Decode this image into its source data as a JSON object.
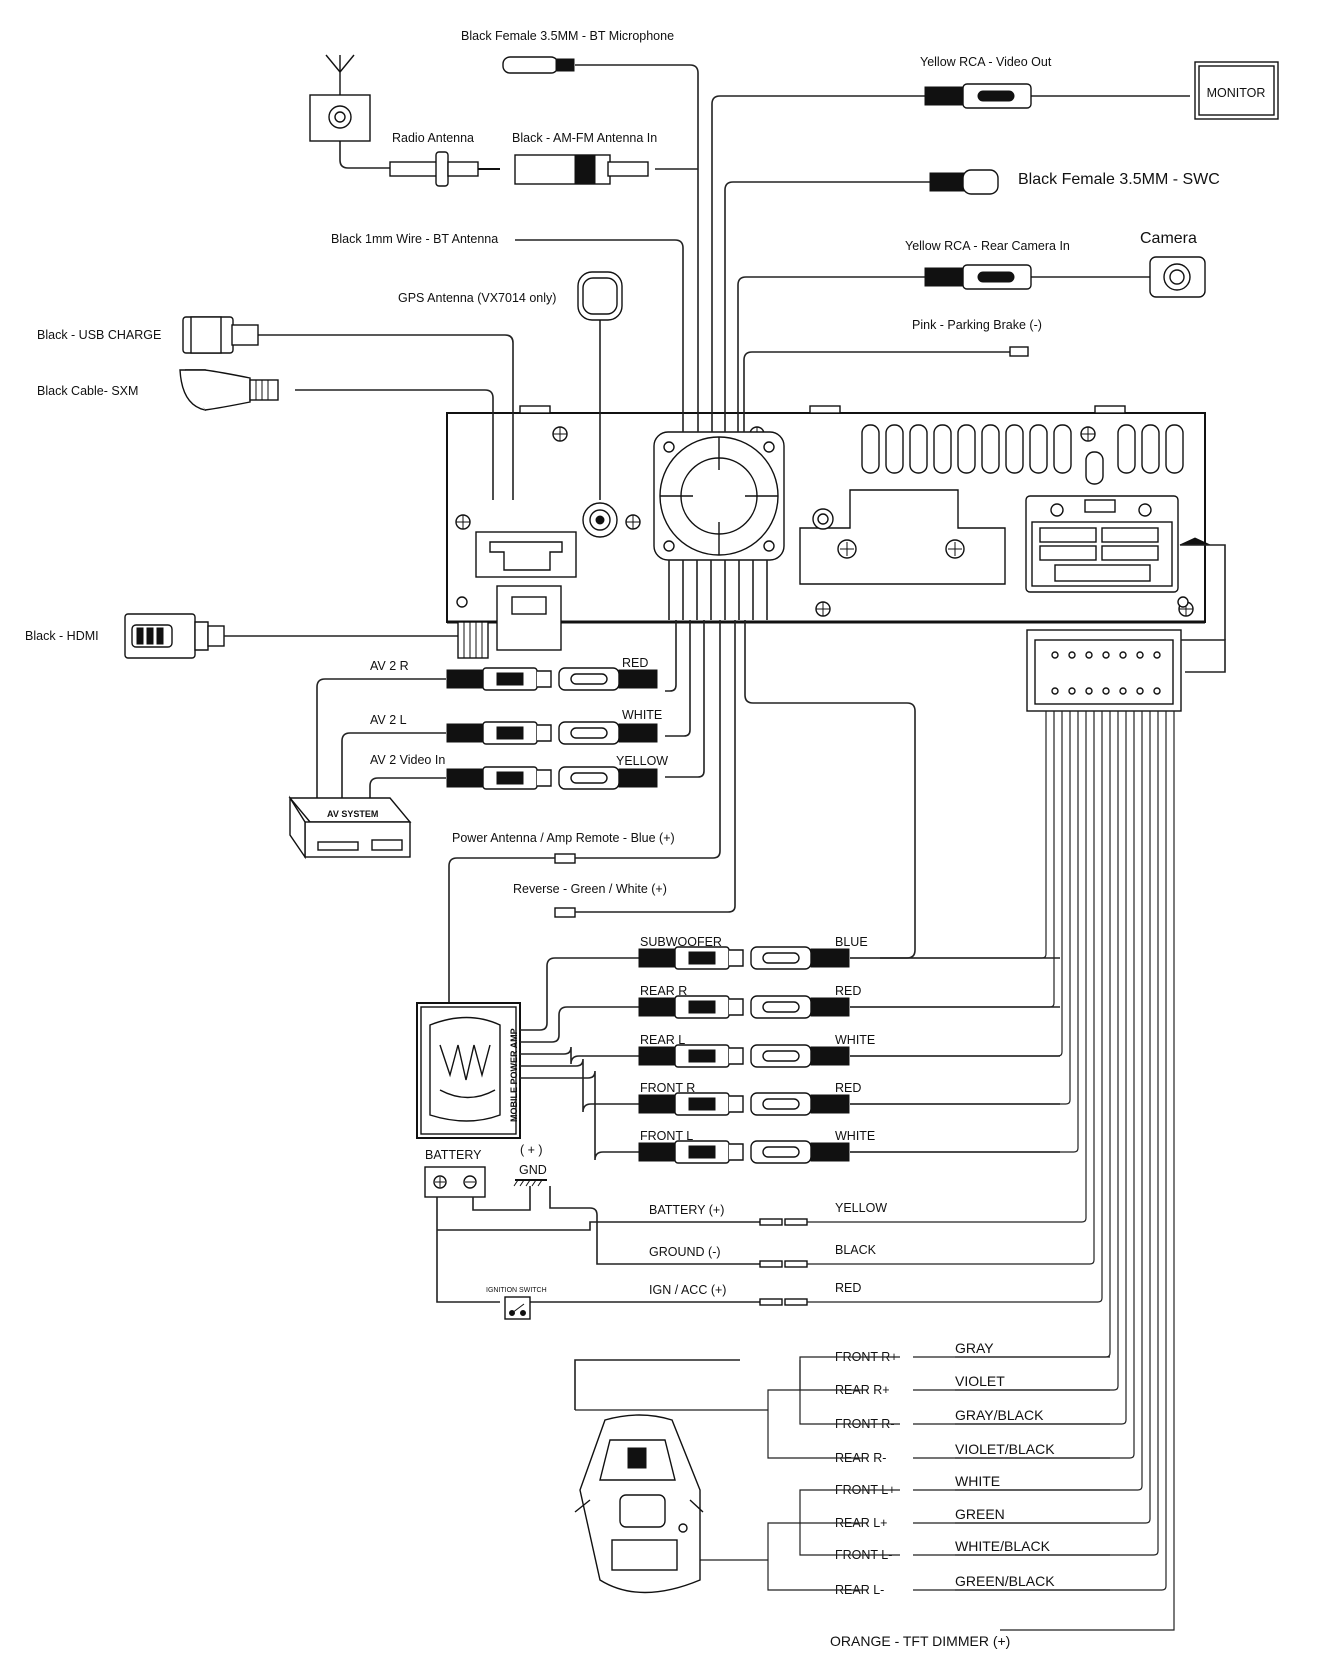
{
  "top": {
    "bt_mic": "Black Female 3.5MM - BT Microphone",
    "video_out": "Yellow RCA - Video Out",
    "monitor": "MONITOR",
    "radio_antenna": "Radio Antenna",
    "am_fm_in": "Black - AM-FM Antenna In",
    "swc": "Black Female 3.5MM - SWC",
    "bt_antenna": "Black 1mm Wire - BT Antenna",
    "camera": "Camera",
    "rear_camera": "Yellow RCA - Rear Camera In",
    "gps": "GPS Antenna (VX7014 only)",
    "parking": "Pink - Parking Brake (-)",
    "usb": "Black - USB CHARGE",
    "sxm": "Black Cable- SXM",
    "hdmi": "Black - HDMI"
  },
  "av": {
    "av2r": "AV 2 R",
    "av2l": "AV 2 L",
    "av2v": "AV 2 Video In",
    "red": "RED",
    "white": "WHITE",
    "yellow": "YELLOW",
    "box": "AV SYSTEM"
  },
  "misc": {
    "power_antenna": "Power Antenna / Amp Remote - Blue (+)",
    "reverse": "Reverse - Green / White (+)",
    "amp": "MOBILE POWER AMP",
    "battery": "BATTERY",
    "plus": "( + )",
    "gnd": "GND",
    "ignition": "IGNITION SWITCH"
  },
  "rca_outputs": [
    {
      "name": "SUBWOOFER",
      "color": "BLUE"
    },
    {
      "name": "REAR R",
      "color": "RED"
    },
    {
      "name": "REAR L",
      "color": "WHITE"
    },
    {
      "name": "FRONT R",
      "color": "RED"
    },
    {
      "name": "FRONT L",
      "color": "WHITE"
    }
  ],
  "power": [
    {
      "label": "BATTERY (+)",
      "color": "YELLOW"
    },
    {
      "label": "GROUND (-)",
      "color": "BLACK"
    },
    {
      "label": "IGN / ACC (+)",
      "color": "RED"
    }
  ],
  "speakers": [
    {
      "label": "FRONT R+",
      "color": "GRAY"
    },
    {
      "label": "REAR R+",
      "color": "VIOLET"
    },
    {
      "label": "FRONT R-",
      "color": "GRAY/BLACK"
    },
    {
      "label": "REAR R-",
      "color": "VIOLET/BLACK"
    },
    {
      "label": "FRONT L+",
      "color": "WHITE"
    },
    {
      "label": "REAR L+",
      "color": "GREEN"
    },
    {
      "label": "FRONT L-",
      "color": "WHITE/BLACK"
    },
    {
      "label": "REAR L-",
      "color": "GREEN/BLACK"
    }
  ],
  "dimmer": "ORANGE - TFT DIMMER (+)"
}
